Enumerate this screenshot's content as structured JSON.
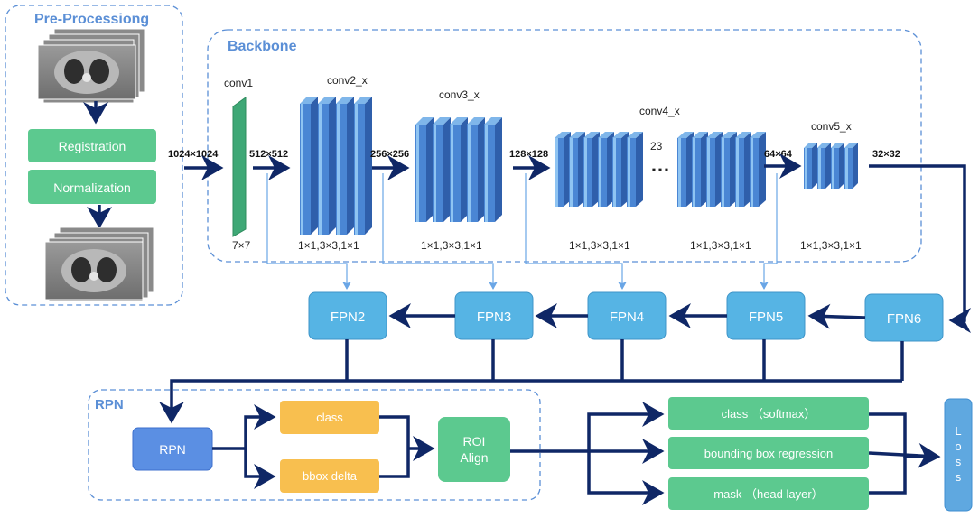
{
  "regions": {
    "preprocessing": "Pre-Processiong",
    "backbone": "Backbone",
    "rpn": "RPN"
  },
  "colors": {
    "dashed_border": "#5b8fd6",
    "green_box": "#5cc98f",
    "blue_box": "#56b4e4",
    "orange_box": "#f8bf4f",
    "rpn_box": "#5b8fe3",
    "loss_box": "#5fa8e0",
    "arrow": "#0f2766",
    "thin_arrow": "#6aa6e6",
    "conv_blue": "#3f78c8",
    "conv1_green": "#3fa876"
  },
  "preprocessing": {
    "registration": "Registration",
    "normalization": "Normalization",
    "ct_stack_top": "ct-scan-image-stack",
    "ct_stack_bottom": "ct-scan-image-stack"
  },
  "backbone": {
    "input_size": "1024×1024",
    "stages": [
      {
        "name": "conv1",
        "out_size": "512×512",
        "kernel": "7×7"
      },
      {
        "name": "conv2_x",
        "out_size": "256×256",
        "kernel": "1×1,3×3,1×1"
      },
      {
        "name": "conv3_x",
        "out_size": "128×128",
        "kernel": "1×1,3×3,1×1"
      },
      {
        "name": "conv4_x",
        "out_size": "64×64",
        "kernel": "1×1,3×3,1×1",
        "repeat": "23",
        "kernel2": "1×1,3×3,1×1"
      },
      {
        "name": "conv5_x",
        "out_size": "32×32",
        "kernel": "1×1,3×3,1×1"
      }
    ],
    "ellipsis": "…"
  },
  "fpn": {
    "fpn2": "FPN2",
    "fpn3": "FPN3",
    "fpn4": "FPN4",
    "fpn5": "FPN5",
    "fpn6": "FPN6"
  },
  "rpn": {
    "rpn": "RPN",
    "class": "class",
    "bbox_delta": "bbox delta",
    "roi_align_line1": "ROI",
    "roi_align_line2": "Align"
  },
  "heads": {
    "class_softmax": "class （softmax）",
    "bbox_regression": "bounding box regression",
    "mask": "mask （head layer）",
    "loss": "Loss"
  }
}
